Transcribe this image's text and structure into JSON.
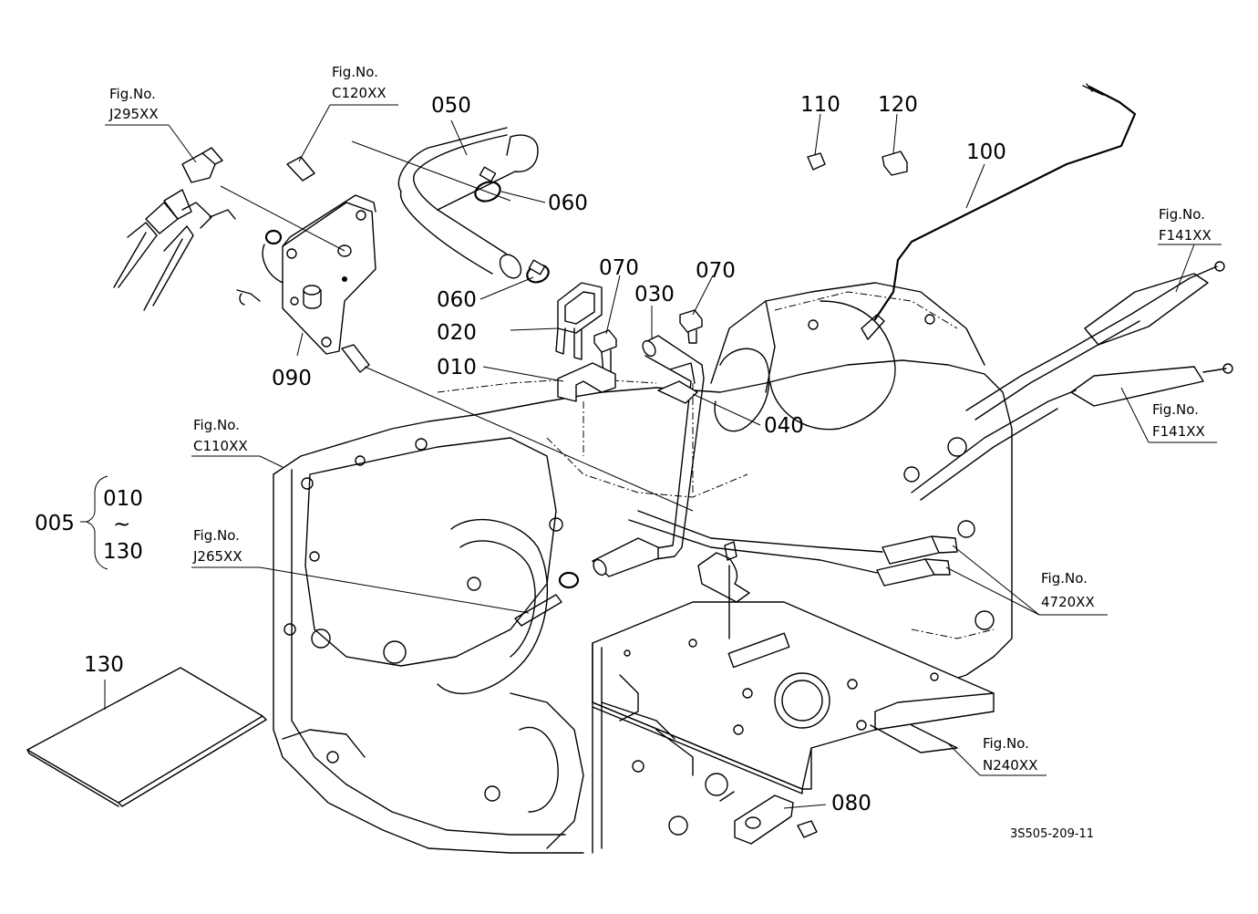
{
  "parts": {
    "p010": "010",
    "p020": "020",
    "p030": "030",
    "p040": "040",
    "p050": "050",
    "p060a": "060",
    "p060b": "060",
    "p070a": "070",
    "p070b": "070",
    "p080": "080",
    "p090": "090",
    "p100": "100",
    "p110": "110",
    "p120": "120",
    "p130": "130"
  },
  "kit": {
    "id": "005",
    "from": "010",
    "tilde": "~",
    "to": "130"
  },
  "figrefs": {
    "fig_label": "Fig.No.",
    "j295": "J295XX",
    "c120": "C120XX",
    "c110": "C110XX",
    "j265": "J265XX",
    "f141a": "F141XX",
    "f141b": "F141XX",
    "n4720": "4720XX",
    "n240": "N240XX"
  },
  "drawing_code": "3S505-209-11"
}
